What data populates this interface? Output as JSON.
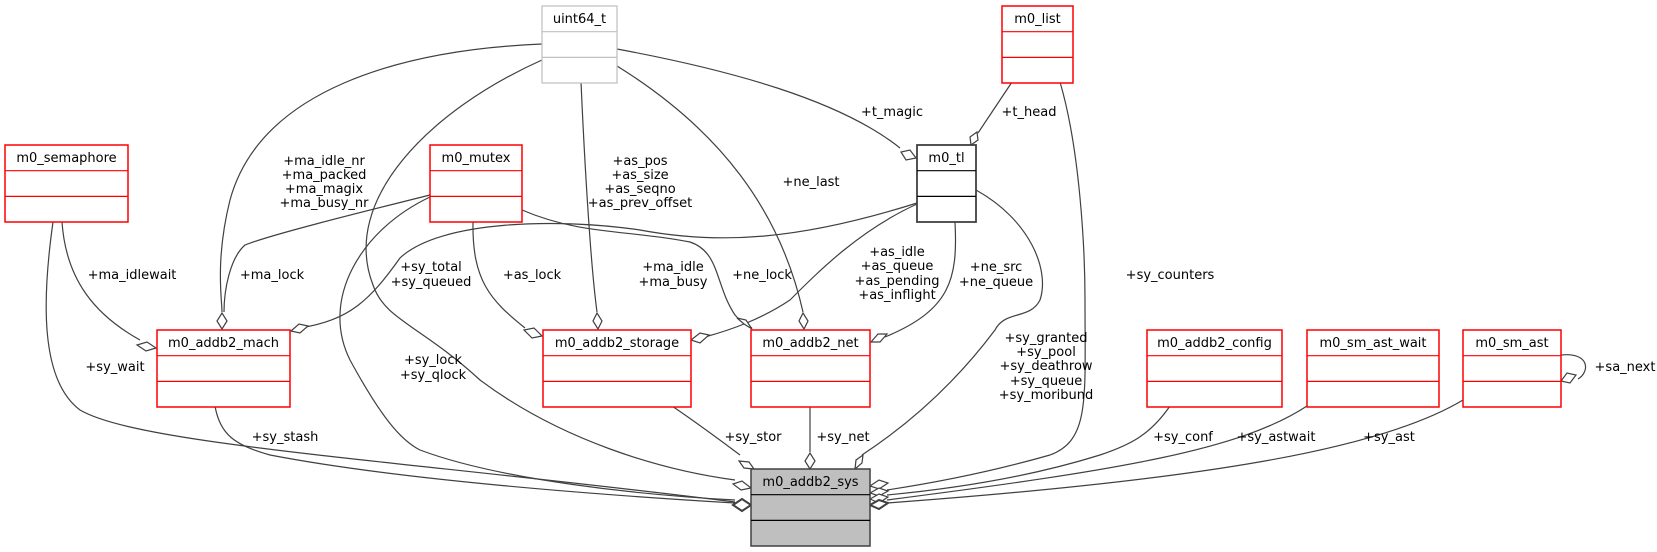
{
  "diagram": {
    "title": "m0_addb2_sys collaboration diagram",
    "colors": {
      "class_border": "#ff0000",
      "external_border": "#bfbfbf",
      "root_border": "#404040",
      "root_fill": "#bfbfbf",
      "edge": "#404040"
    },
    "nodes": [
      {
        "id": "m0_semaphore",
        "label": "m0_semaphore",
        "kind": "class"
      },
      {
        "id": "m0_mutex",
        "label": "m0_mutex",
        "kind": "class"
      },
      {
        "id": "uint64_t",
        "label": "uint64_t",
        "kind": "external"
      },
      {
        "id": "m0_list",
        "label": "m0_list",
        "kind": "class"
      },
      {
        "id": "m0_tl",
        "label": "m0_tl",
        "kind": "documented"
      },
      {
        "id": "m0_addb2_mach",
        "label": "m0_addb2_mach",
        "kind": "class"
      },
      {
        "id": "m0_addb2_storage",
        "label": "m0_addb2_storage",
        "kind": "class"
      },
      {
        "id": "m0_addb2_net",
        "label": "m0_addb2_net",
        "kind": "class"
      },
      {
        "id": "m0_addb2_config",
        "label": "m0_addb2_config",
        "kind": "class"
      },
      {
        "id": "m0_sm_ast_wait",
        "label": "m0_sm_ast_wait",
        "kind": "class"
      },
      {
        "id": "m0_sm_ast",
        "label": "m0_sm_ast",
        "kind": "class"
      },
      {
        "id": "m0_addb2_sys",
        "label": "m0_addb2_sys",
        "kind": "root"
      }
    ],
    "edges": [
      {
        "from": "uint64_t",
        "to": "m0_addb2_mach",
        "labels": [
          "+ma_idle_nr",
          "+ma_packed",
          "+ma_magix",
          "+ma_busy_nr"
        ]
      },
      {
        "from": "m0_mutex",
        "to": "m0_addb2_mach",
        "labels": [
          "+ma_lock"
        ]
      },
      {
        "from": "m0_semaphore",
        "to": "m0_addb2_mach",
        "labels": [
          "+ma_idlewait"
        ]
      },
      {
        "from": "m0_tl",
        "to": "m0_addb2_mach",
        "labels": [
          "+ma_idle",
          "+ma_busy"
        ]
      },
      {
        "from": "uint64_t",
        "to": "m0_addb2_storage",
        "labels": [
          "+as_pos",
          "+as_size",
          "+as_seqno",
          "+as_prev_offset"
        ]
      },
      {
        "from": "m0_mutex",
        "to": "m0_addb2_storage",
        "labels": [
          "+as_lock"
        ]
      },
      {
        "from": "m0_tl",
        "to": "m0_addb2_storage",
        "labels": [
          "+as_idle",
          "+as_queue",
          "+as_pending",
          "+as_inflight"
        ]
      },
      {
        "from": "uint64_t",
        "to": "m0_addb2_net",
        "labels": [
          "+ne_last"
        ]
      },
      {
        "from": "m0_mutex",
        "to": "m0_addb2_net",
        "labels": [
          "+ne_lock"
        ]
      },
      {
        "from": "m0_tl",
        "to": "m0_addb2_net",
        "labels": [
          "+ne_src",
          "+ne_queue"
        ]
      },
      {
        "from": "uint64_t",
        "to": "m0_tl",
        "labels": [
          "+t_magic"
        ]
      },
      {
        "from": "m0_list",
        "to": "m0_tl",
        "labels": [
          "+t_head"
        ]
      },
      {
        "from": "m0_sm_ast",
        "to": "m0_sm_ast",
        "labels": [
          "+sa_next"
        ]
      },
      {
        "from": "m0_semaphore",
        "to": "m0_addb2_sys",
        "labels": [
          "+sy_wait"
        ]
      },
      {
        "from": "m0_addb2_mach",
        "to": "m0_addb2_sys",
        "labels": [
          "+sy_stash"
        ]
      },
      {
        "from": "uint64_t",
        "to": "m0_addb2_sys",
        "labels": [
          "+sy_total",
          "+sy_queued"
        ]
      },
      {
        "from": "m0_mutex",
        "to": "m0_addb2_sys",
        "labels": [
          "+sy_lock",
          "+sy_qlock"
        ]
      },
      {
        "from": "m0_addb2_storage",
        "to": "m0_addb2_sys",
        "labels": [
          "+sy_stor"
        ]
      },
      {
        "from": "m0_addb2_net",
        "to": "m0_addb2_sys",
        "labels": [
          "+sy_net"
        ]
      },
      {
        "from": "m0_tl",
        "to": "m0_addb2_sys",
        "labels": [
          "+sy_granted",
          "+sy_pool",
          "+sy_deathrow",
          "+sy_queue",
          "+sy_moribund"
        ]
      },
      {
        "from": "m0_list",
        "to": "m0_addb2_sys",
        "labels": [
          "+sy_counters"
        ]
      },
      {
        "from": "m0_addb2_config",
        "to": "m0_addb2_sys",
        "labels": [
          "+sy_conf"
        ]
      },
      {
        "from": "m0_sm_ast_wait",
        "to": "m0_addb2_sys",
        "labels": [
          "+sy_astwait"
        ]
      },
      {
        "from": "m0_sm_ast",
        "to": "m0_addb2_sys",
        "labels": [
          "+sy_ast"
        ]
      }
    ]
  }
}
